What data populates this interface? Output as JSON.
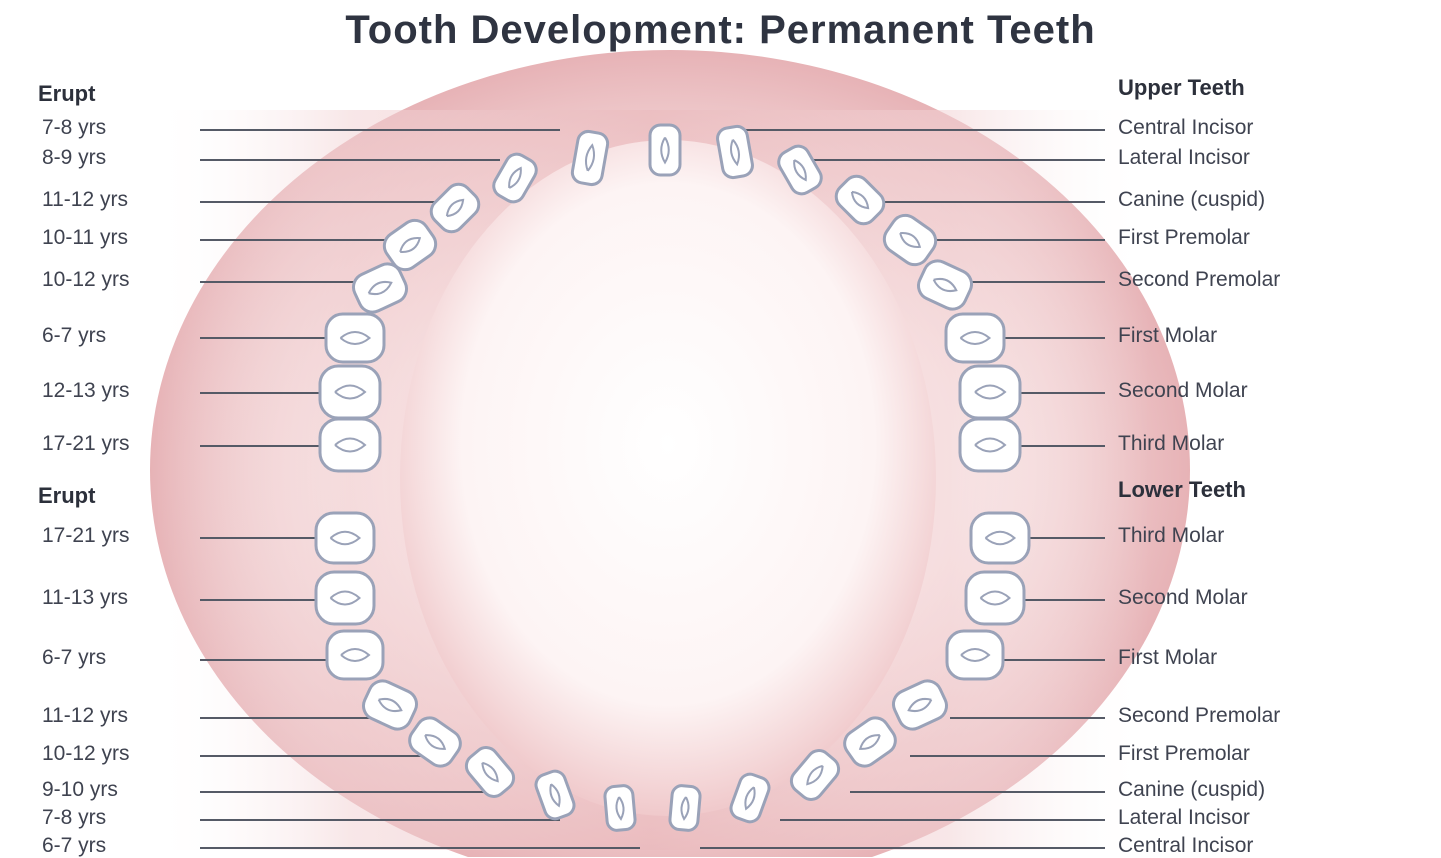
{
  "title": "Tooth Development: Permanent Teeth",
  "left_column": {
    "upper_header": "Erupt",
    "upper_ages": [
      "7-8 yrs",
      "8-9 yrs",
      "11-12 yrs",
      "10-11 yrs",
      "10-12 yrs",
      "6-7 yrs",
      "12-13 yrs",
      "17-21 yrs"
    ],
    "lower_header": "Erupt",
    "lower_ages": [
      "17-21 yrs",
      "11-13 yrs",
      "6-7 yrs",
      "11-12 yrs",
      "10-12 yrs",
      "9-10 yrs",
      "7-8 yrs",
      "6-7 yrs"
    ]
  },
  "right_column": {
    "upper_header": "Upper Teeth",
    "upper_teeth": [
      "Central Incisor",
      "Lateral Incisor",
      "Canine (cuspid)",
      "First Premolar",
      "Second Premolar",
      "First Molar",
      "Second Molar",
      "Third Molar"
    ],
    "lower_header": "Lower Teeth",
    "lower_teeth": [
      "Third Molar",
      "Second Molar",
      "First Molar",
      "Second Premolar",
      "First Premolar",
      "Canine (cuspid)",
      "Lateral Incisor",
      "Central Incisor"
    ]
  },
  "colors": {
    "gum": "#e7b3b6",
    "gum_light": "#f6e0e0",
    "tooth": "#ffffff",
    "tooth_outline": "#9aa2b8",
    "leader_line": "#555a66",
    "text": "#3f4350"
  }
}
